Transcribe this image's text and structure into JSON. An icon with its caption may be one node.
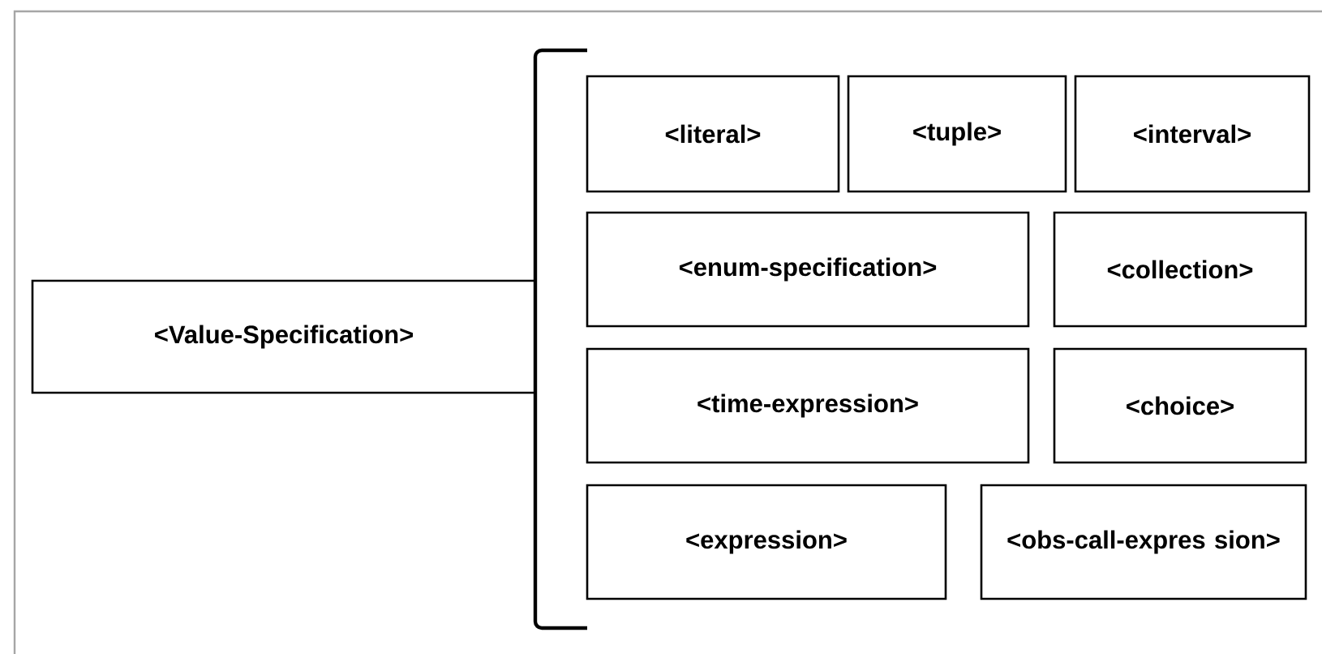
{
  "diagram": {
    "nodes": [
      {
        "text": [
          "<Value-Specification>"
        ]
      },
      {
        "text": [
          "<literal>"
        ]
      },
      {
        "text": [
          "<tuple>"
        ]
      },
      {
        "text": [
          "<interval>"
        ]
      },
      {
        "text": [
          "<enum-specification>"
        ]
      },
      {
        "text": [
          "<collection>"
        ]
      },
      {
        "text": [
          "<time-expression>"
        ]
      },
      {
        "text": [
          "<choice>"
        ]
      },
      {
        "text": [
          "<expression>"
        ]
      },
      {
        "text": [
          "<obs-call-expres sion>"
        ]
      }
    ]
  }
}
